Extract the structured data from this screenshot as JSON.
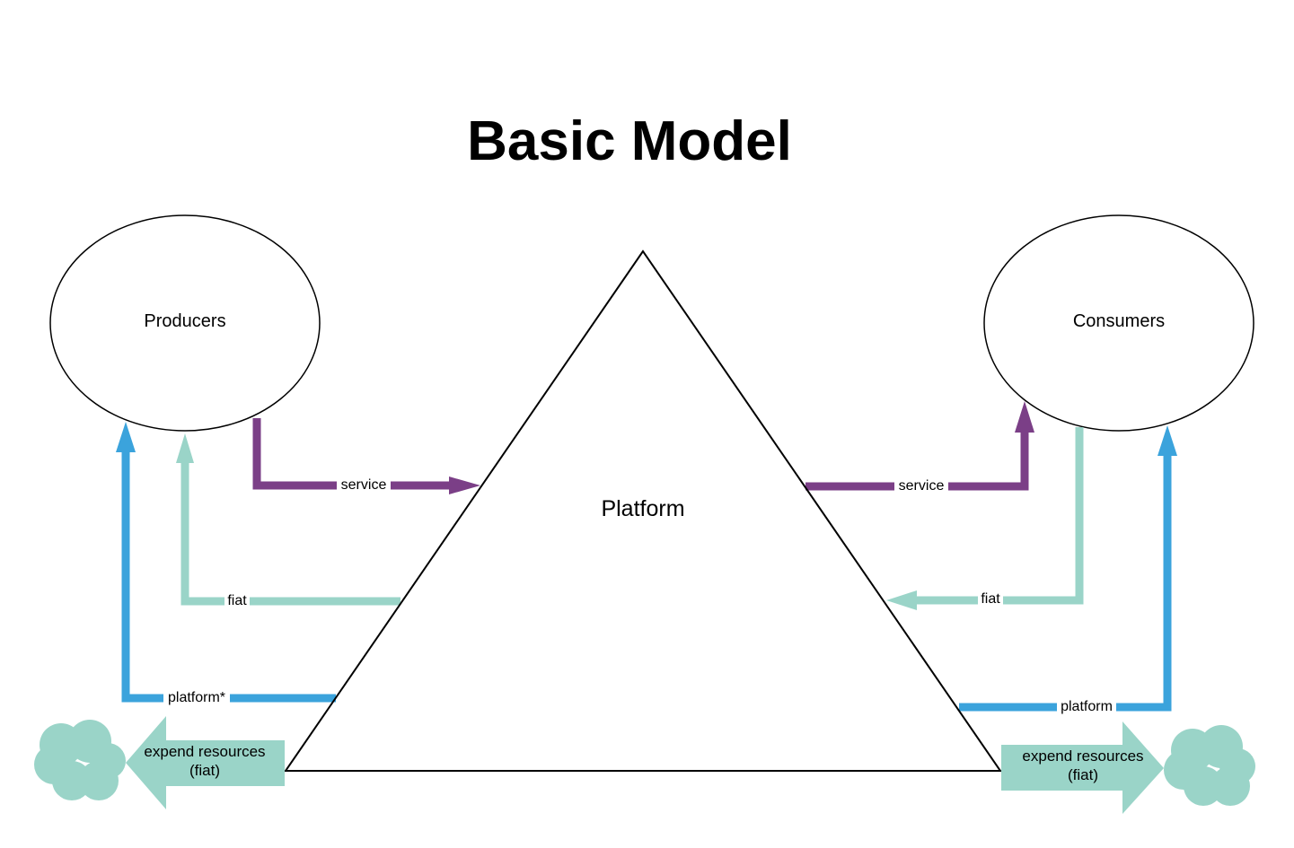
{
  "title": "Basic Model",
  "nodes": {
    "producers": "Producers",
    "consumers": "Consumers",
    "platform": "Platform"
  },
  "edges": {
    "producer_service": "service",
    "consumer_service": "service",
    "producer_fiat": "fiat",
    "consumer_fiat": "fiat",
    "producer_platform": "platform*",
    "consumer_platform": "platform"
  },
  "expend": {
    "left_line1": "expend resources",
    "left_line2": "(fiat)",
    "right_line1": "expend resources",
    "right_line2": "(fiat)"
  },
  "colors": {
    "service": "#7b3f87",
    "fiat": "#9ad4c8",
    "platform": "#3ba3dc",
    "cloud": "#9ad4c8"
  }
}
